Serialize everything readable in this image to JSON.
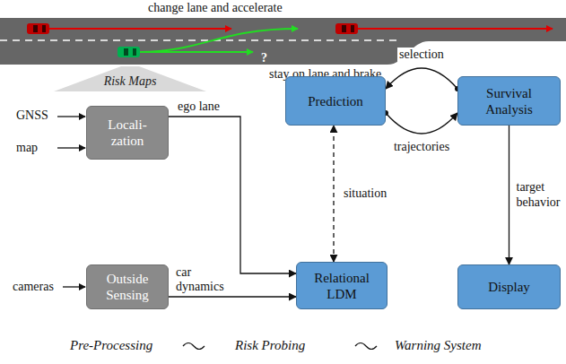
{
  "diagram": {
    "nodes": [
      {
        "text": [
          "Risk Maps"
        ]
      },
      {
        "text": [
          "Locali- zation"
        ]
      },
      {
        "text": [
          "Prediction"
        ]
      },
      {
        "text": [
          "Survival Analysis"
        ]
      },
      {
        "text": [
          "Outside Sensing"
        ]
      },
      {
        "text": [
          "Relational LDM"
        ]
      },
      {
        "text": [
          "Display"
        ]
      }
    ],
    "edges": [
      {
        "from": 1,
        "to": 5,
        "label": "ego lane",
        "arrow": "to"
      },
      {
        "from": 4,
        "to": 5,
        "label": "car dynamics",
        "arrow": "to"
      },
      {
        "from": 5,
        "to": 2,
        "label": "situation",
        "arrow": "both"
      },
      {
        "from": 3,
        "to": 2,
        "label": "selection",
        "arrow": "to"
      },
      {
        "from": 2,
        "to": 3,
        "label": "trajectories",
        "arrow": "to"
      },
      {
        "from": 3,
        "to": 6,
        "label": "target behavior",
        "arrow": "to"
      }
    ],
    "labels": [
      "change lane and accelerate",
      "stay on lane and brake",
      "?",
      "GNSS",
      "map",
      "cameras",
      "Pre-Processing",
      "Risk Probing",
      "Warning System"
    ]
  }
}
